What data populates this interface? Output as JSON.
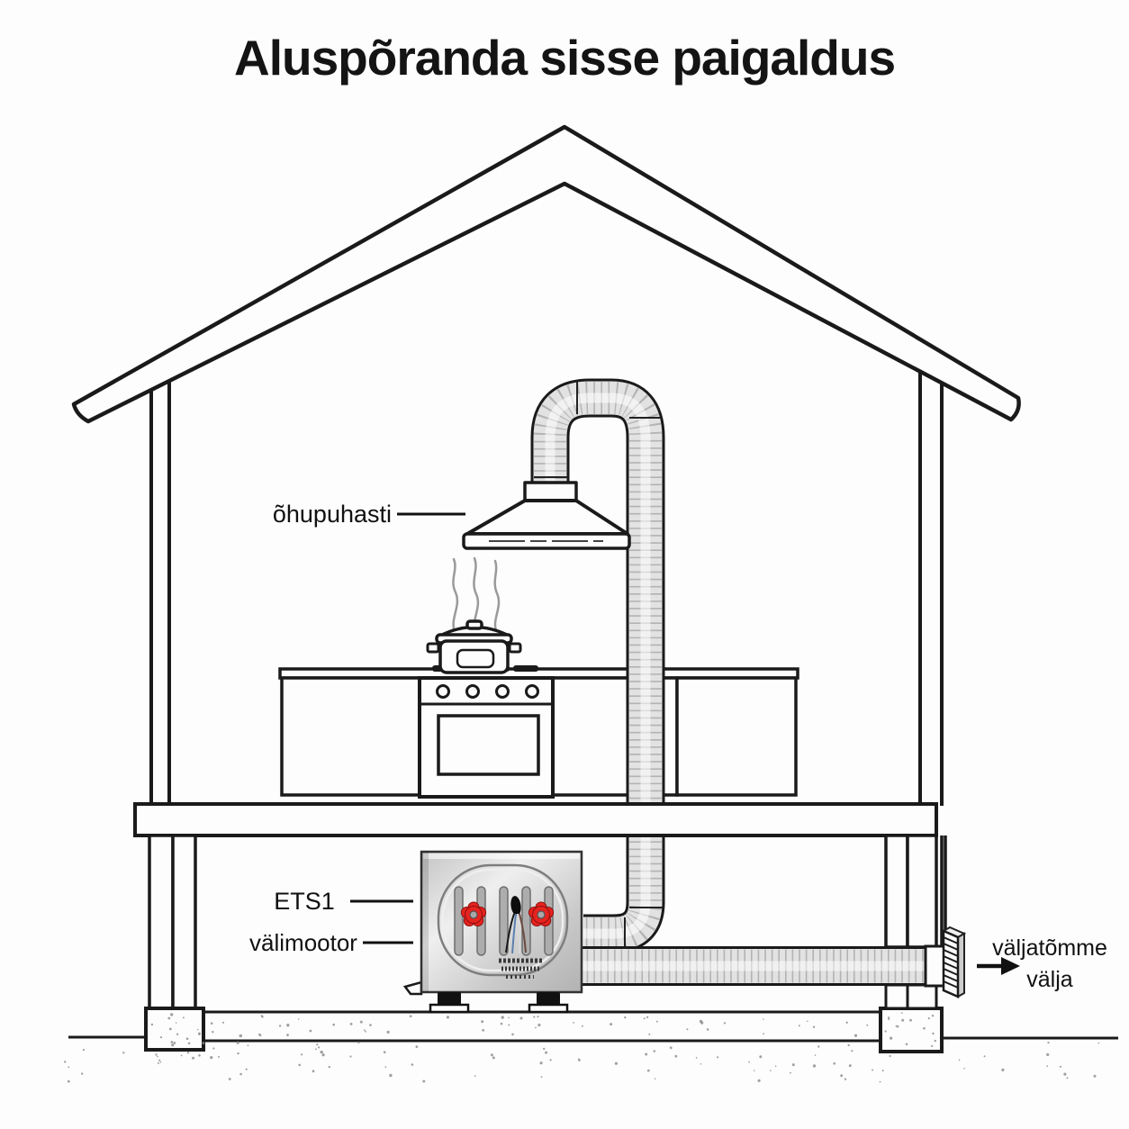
{
  "title": "Aluspõranda sisse paigaldus",
  "diagram": {
    "labels": {
      "hood": {
        "text": "õhupuhasti"
      },
      "fan_model": {
        "text": "ETS1"
      },
      "fan_motor": {
        "text": "välimootor"
      },
      "exhaust": {
        "line1": "väljatõmme",
        "line2": "välja"
      }
    },
    "components": [
      "house-cross-section",
      "gable-roof",
      "floor-joist",
      "foundation-blocks",
      "kitchen-counter",
      "stove",
      "cooking-pot",
      "steam",
      "range-hood",
      "exhaust-duct",
      "sub-floor-fan-unit",
      "wall-vent-grille",
      "airflow-arrow"
    ],
    "colors": {
      "line": "#1a1a1a",
      "knob_red": "#e5231f",
      "duct_gray": "#e2e2e2",
      "duct_rib": "#b3b3b3",
      "metal_silver": "#cccccc",
      "steam_gray": "#9a9a9a"
    }
  }
}
